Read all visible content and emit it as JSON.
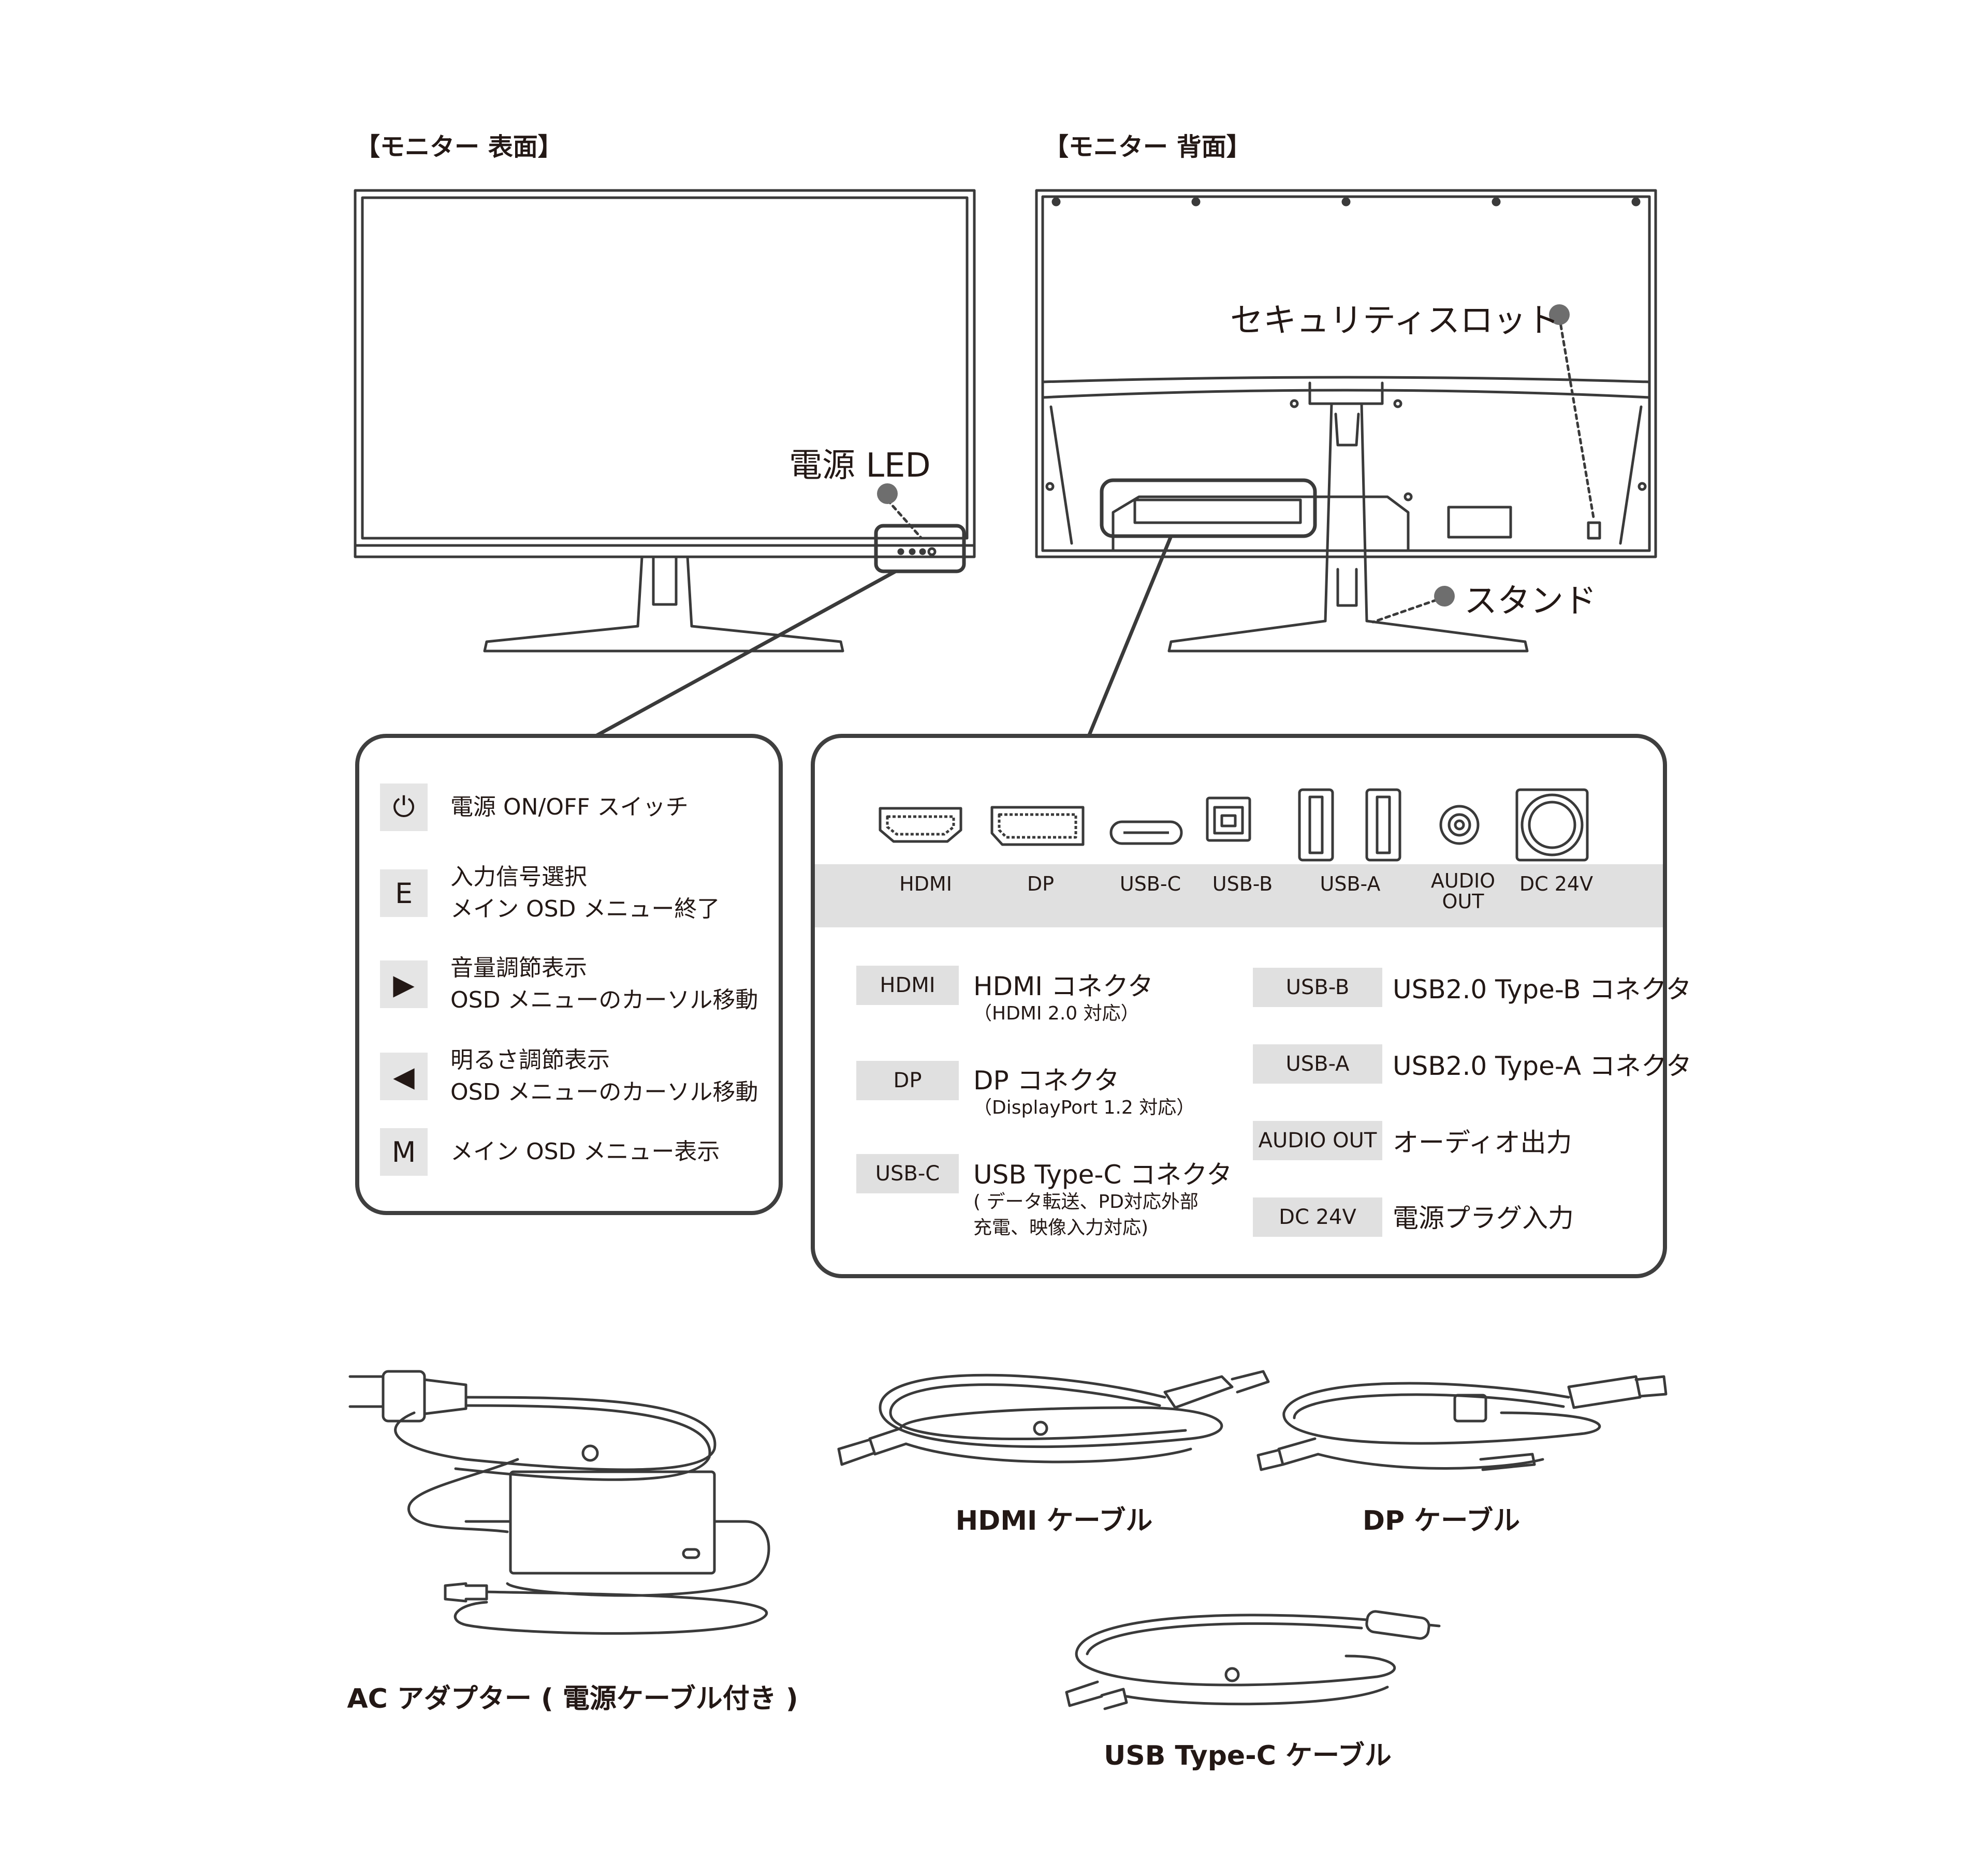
{
  "headings": {
    "front": "【モニター 表面】",
    "back": "【モニター 背面】"
  },
  "callouts": {
    "power_led": "電源 LED",
    "security_slot": "セキュリティスロット",
    "stand": "スタンド"
  },
  "buttons": [
    {
      "symbol": "⏻",
      "icon": "power-icon",
      "text": "電源 ON/OFF スイッチ"
    },
    {
      "symbol": "E",
      "icon": "e-key-icon",
      "text": "入力信号選択\nメイン OSD メニュー終了"
    },
    {
      "symbol": "▶",
      "icon": "right-arrow-icon",
      "text": "音量調節表示\nOSD メニューのカーソル移動"
    },
    {
      "symbol": "◀",
      "icon": "left-arrow-icon",
      "text": "明るさ調節表示\nOSD メニューのカーソル移動"
    },
    {
      "symbol": "M",
      "icon": "m-key-icon",
      "text": "メイン OSD メニュー表示"
    }
  ],
  "ports": [
    {
      "label": "HDMI",
      "icon": "hdmi-port-icon"
    },
    {
      "label": "DP",
      "icon": "dp-port-icon"
    },
    {
      "label": "USB-C",
      "icon": "usb-c-port-icon"
    },
    {
      "label": "USB-B",
      "icon": "usb-b-port-icon"
    },
    {
      "label": "USB-A",
      "icon": "usb-a-port-icon"
    },
    {
      "label": "AUDIO\nOUT",
      "icon": "audio-out-port-icon"
    },
    {
      "label": "DC 24V",
      "icon": "dc-port-icon"
    }
  ],
  "port_descriptions_left": [
    {
      "tag": "HDMI",
      "title": "HDMI コネクタ",
      "note": "（HDMI 2.0 対応）"
    },
    {
      "tag": "DP",
      "title": "DP コネクタ",
      "note": "（DisplayPort 1.2 対応）"
    },
    {
      "tag": "USB-C",
      "title": "USB Type-C コネクタ",
      "note": "( データ転送、PD対応外部\n充電、映像入力対応)"
    }
  ],
  "port_descriptions_right": [
    {
      "tag": "USB-B",
      "title": "USB2.0 Type-B コネクタ"
    },
    {
      "tag": "USB-A",
      "title": "USB2.0 Type-A コネクタ"
    },
    {
      "tag": "AUDIO OUT",
      "title": "オーディオ出力"
    },
    {
      "tag": "DC 24V",
      "title": "電源プラグ入力"
    }
  ],
  "accessories": {
    "ac_adapter": "AC アダプター ( 電源ケーブル付き )",
    "hdmi_cable": "HDMI ケーブル",
    "dp_cable": "DP ケーブル",
    "usb_c_cable": "USB Type-C ケーブル"
  }
}
